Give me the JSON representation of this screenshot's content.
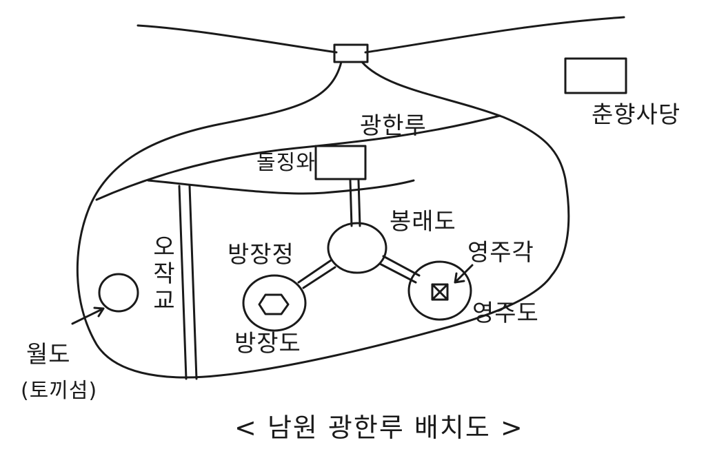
{
  "diagram": {
    "caption_left": "<",
    "caption_text": "남원 광한루 배치도",
    "caption_right": ">",
    "labels": {
      "gwanghanru": "광한루",
      "dolgiwa": "돌징와",
      "chunhyang_shrine": "춘향사당",
      "bongraedo": "봉래도",
      "bangjangjeong": "방장정",
      "bangjangdo": "방장도",
      "yeongjugak": "영주각",
      "yeongjudo": "영주도",
      "ojakgyo": "오작교",
      "wolgungdo": "월도",
      "wolgungdo_sub": "(토끼섬)"
    }
  }
}
